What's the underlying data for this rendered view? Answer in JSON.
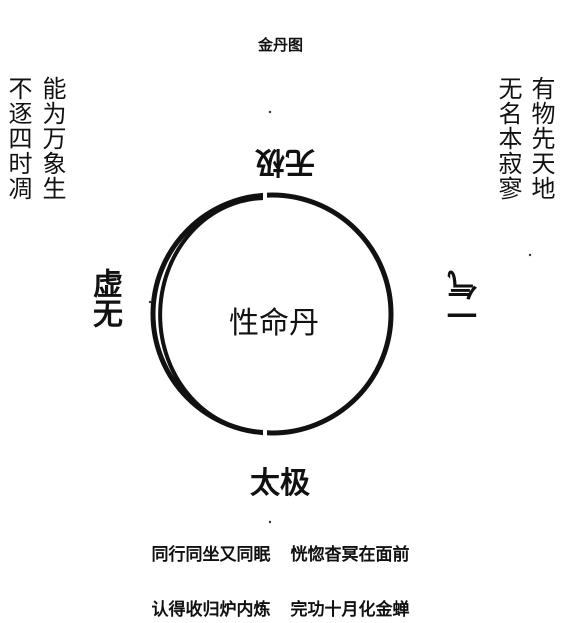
{
  "title": "金丹图",
  "left_verse": {
    "col1": "能为万象生",
    "col2": "不逐四时凋"
  },
  "right_verse": {
    "col1": "有物先天地",
    "col2": "无名本寂寥"
  },
  "labels": {
    "top": "无极",
    "bottom": "太极",
    "left": "虚无",
    "right": "一气",
    "center": "性命丹"
  },
  "verses": [
    "同行同坐又同眠 恍惚杳冥在面前",
    "认得收归炉内炼 完功十月化金蝉"
  ]
}
